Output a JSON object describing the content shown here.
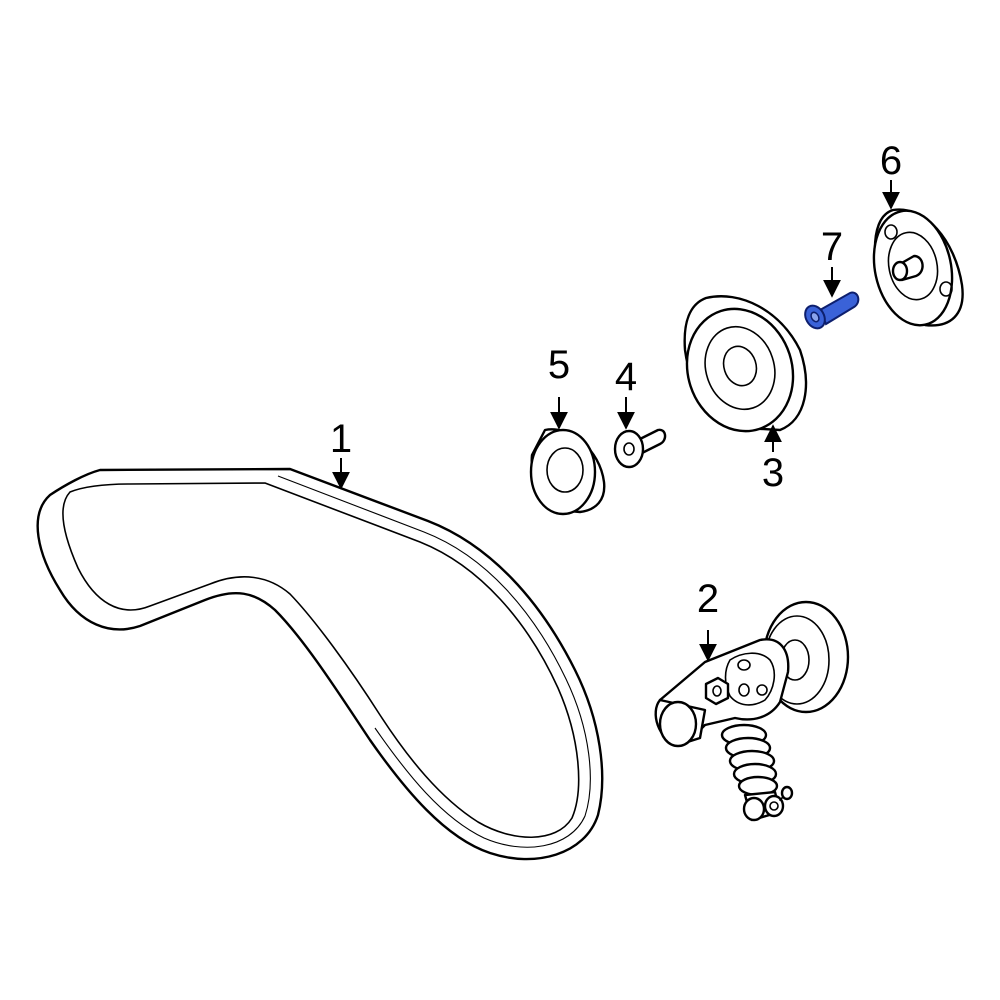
{
  "diagram": {
    "callouts": [
      {
        "id": "belt",
        "label": "1"
      },
      {
        "id": "tensioner",
        "label": "2"
      },
      {
        "id": "idler-pulley",
        "label": "3"
      },
      {
        "id": "bolt",
        "label": "4"
      },
      {
        "id": "dust-cover",
        "label": "5"
      },
      {
        "id": "pulley-bracket",
        "label": "6"
      },
      {
        "id": "mounting-bolt",
        "label": "7"
      }
    ],
    "highlight_color": "#3a62d8"
  }
}
